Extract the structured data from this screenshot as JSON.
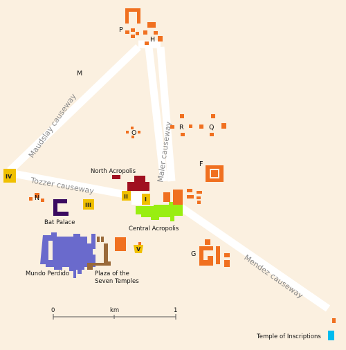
{
  "colors": {
    "background": "#fbf0e0",
    "structure": "#f07020",
    "north_acropolis": "#a01020",
    "central_acropolis": "#99ee11",
    "bat_palace": "#3a0a60",
    "mundo_perdido": "#6a6acc",
    "seven_temples": "#9a6a3a",
    "numbered_marker": "#f0c000",
    "temple_of_inscriptions": "#00bbee",
    "causeway": "#ffffff"
  },
  "labels": {
    "group_p": "P",
    "group_h": "H",
    "group_m": "M",
    "group_o": "O",
    "group_r": "R",
    "group_q": "Q",
    "group_f": "F",
    "group_g": "G",
    "group_n": "N",
    "north_acropolis": "North Acropolis",
    "central_acropolis": "Central Acropolis",
    "bat_palace": "Bat Palace",
    "mundo_perdido": "Mundo Perdido",
    "seven_temples_line1": "Plaza of the",
    "seven_temples_line2": "Seven Temples",
    "temple_of_inscriptions": "Temple of Inscriptions"
  },
  "causeways": {
    "maudslay": "Maudslay causeway",
    "maler": "Maler causeway",
    "tozzer": "Tozzer causeway",
    "mendez": "Mendez causeway"
  },
  "temples": {
    "i": "I",
    "ii": "II",
    "iii": "III",
    "iv": "IV",
    "v": "V"
  },
  "scale": {
    "start": "0",
    "unit": "km",
    "end": "1"
  }
}
